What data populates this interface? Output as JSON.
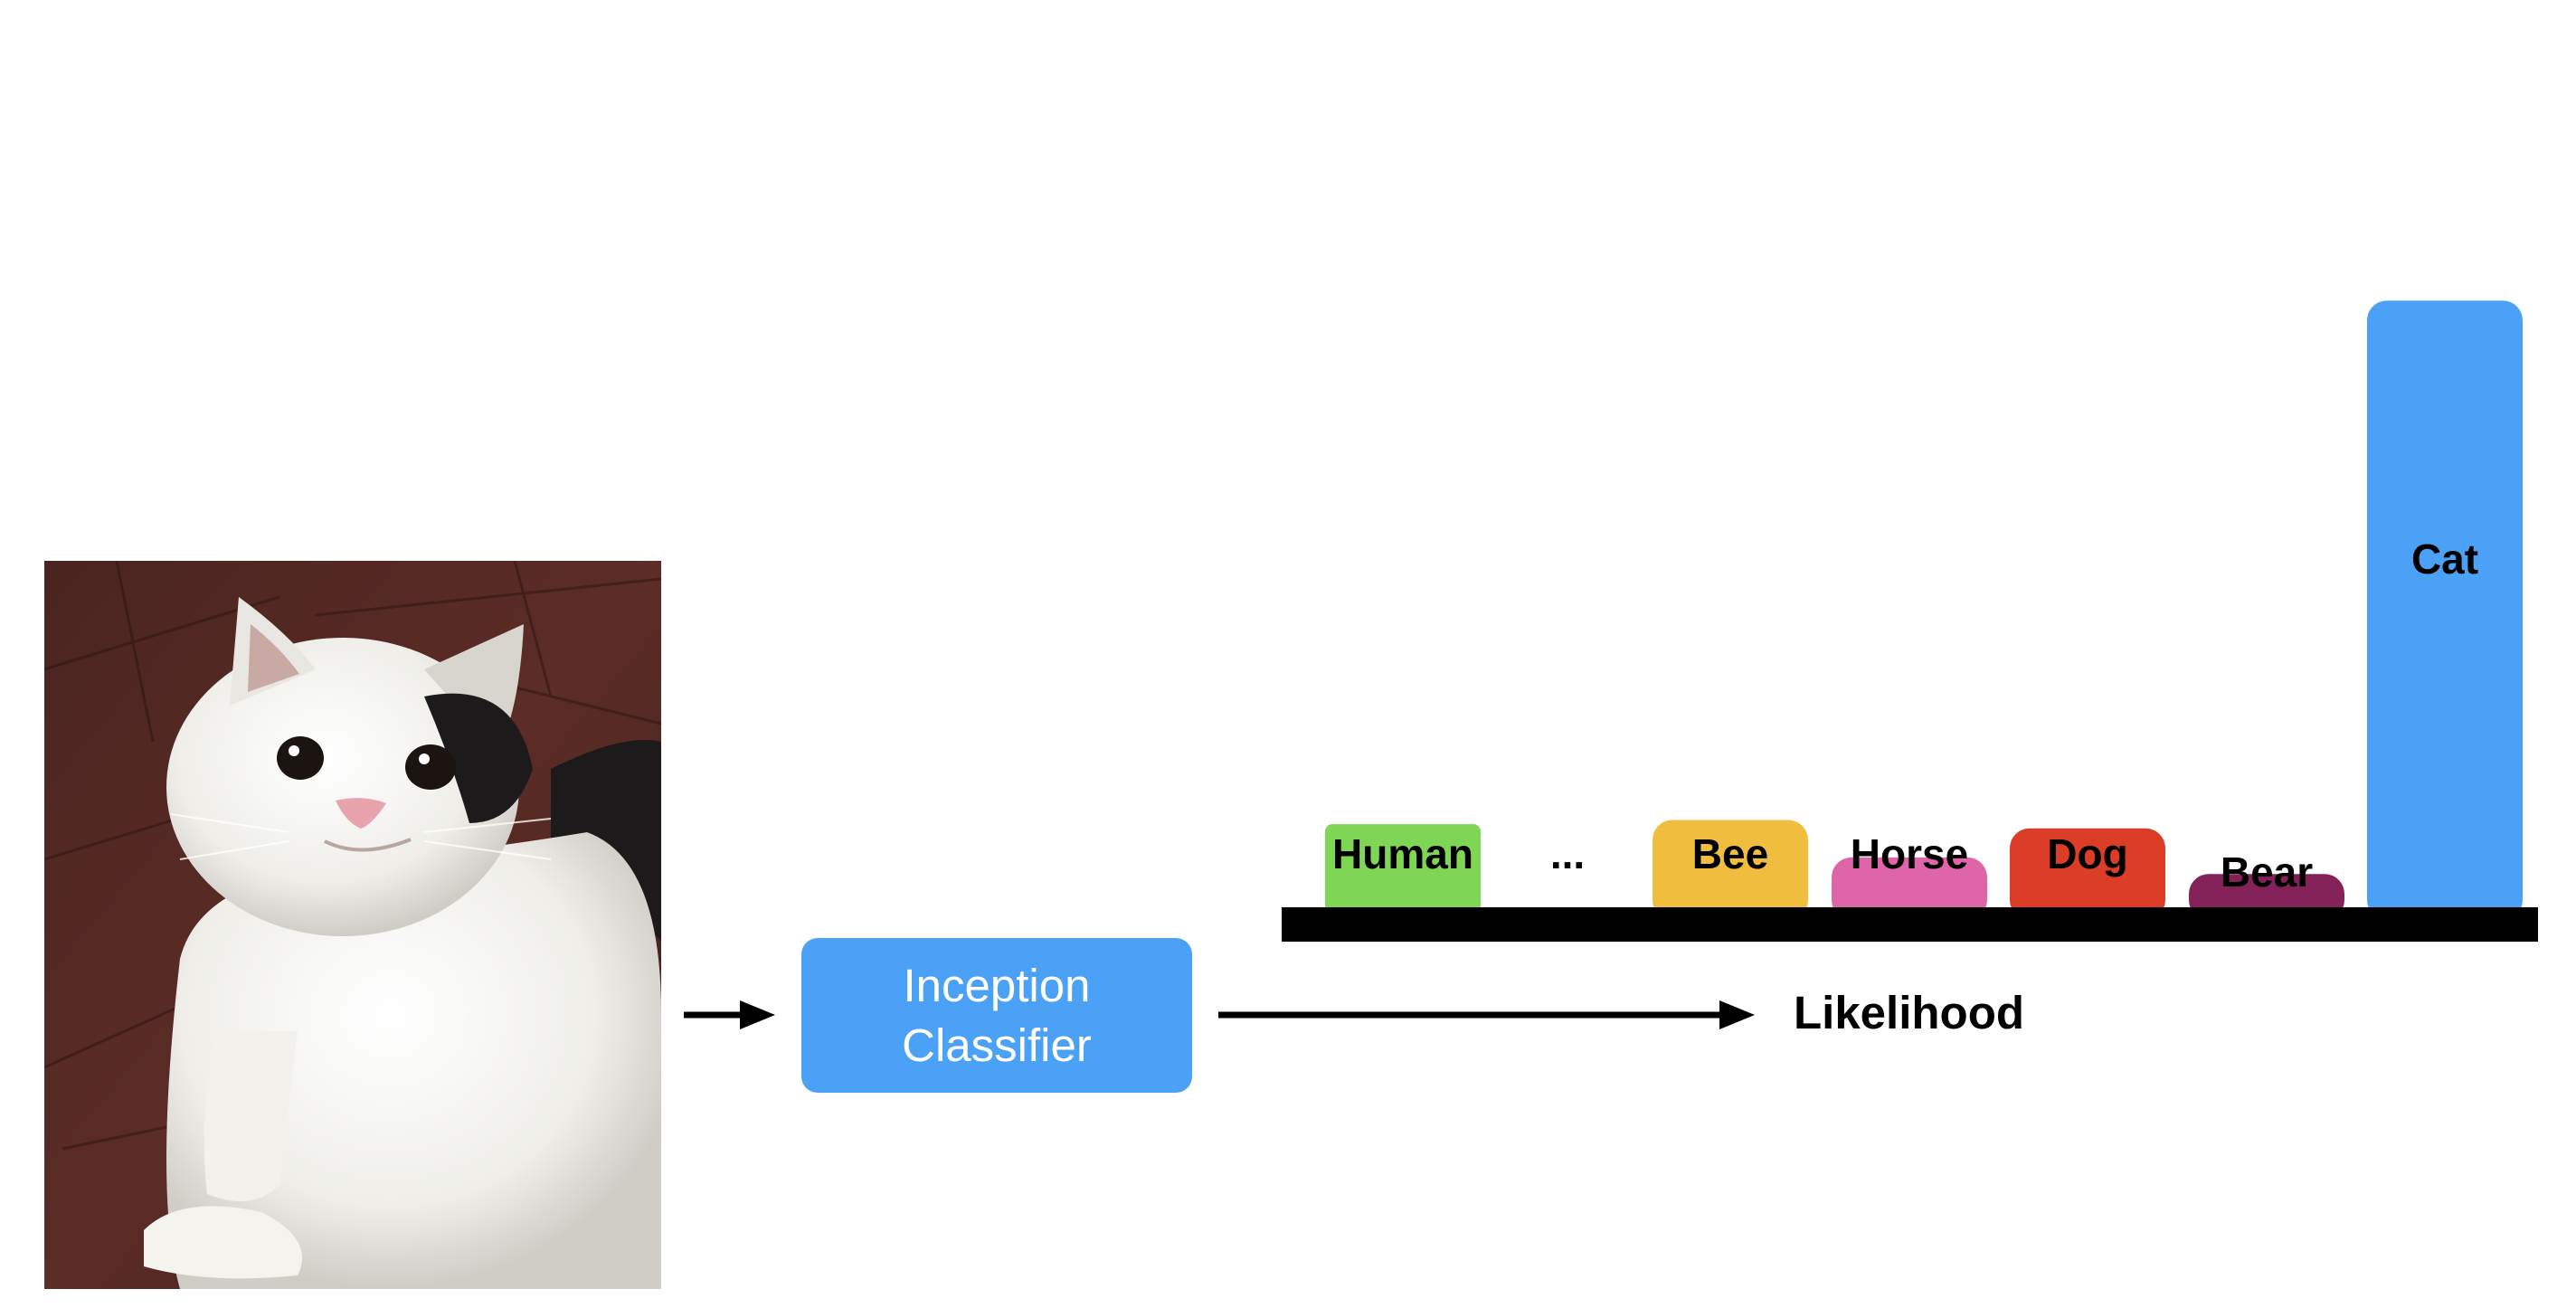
{
  "pipeline": {
    "classifier_label_line1": "Inception",
    "classifier_label_line2": "Classifier",
    "output_label": "Likelihood"
  },
  "colors": {
    "classifier": "#4aa1f5",
    "axis": "#000000"
  },
  "image": {
    "subject": "cat",
    "icon": "cat-photo"
  },
  "chart_data": {
    "type": "bar",
    "ellipsis": "...",
    "categories": [
      "Human",
      "Bee",
      "Horse",
      "Dog",
      "Bear",
      "Cat"
    ],
    "values": [
      1.0,
      1.05,
      0.6,
      0.95,
      0.4,
      7.3
    ],
    "colors": [
      "#7ed654",
      "#f0bd3e",
      "#de65a8",
      "#dc3d27",
      "#832159",
      "#4aa1f5"
    ],
    "ylim": [
      0,
      8
    ]
  }
}
